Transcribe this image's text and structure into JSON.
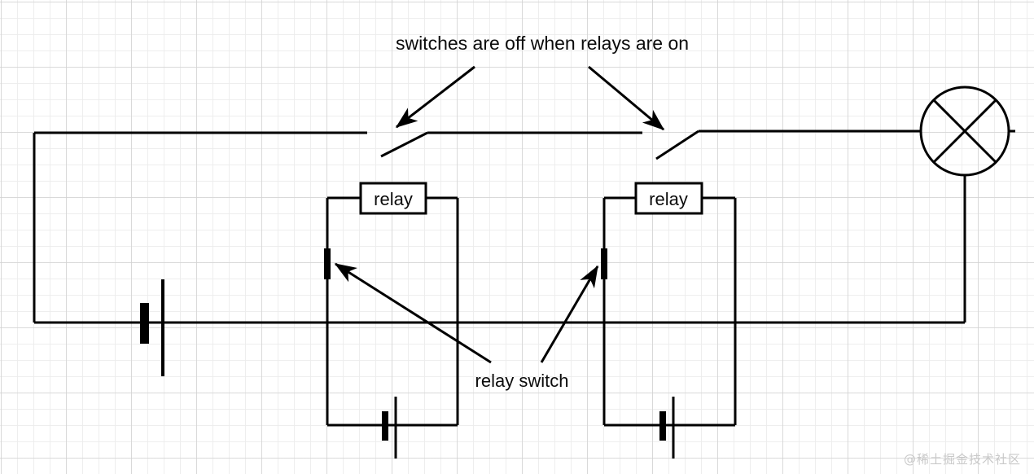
{
  "diagram": {
    "title": "switches are off when relays are on",
    "annotations": {
      "relay_switch_label": "relay switch"
    },
    "components": {
      "relay_box_left_label": "relay",
      "relay_box_right_label": "relay",
      "lamp_name": "lamp-symbol",
      "battery_main_name": "battery-symbol",
      "battery_relay_left_name": "battery-symbol",
      "battery_relay_right_name": "battery-symbol",
      "switch_left_name": "open-switch",
      "switch_right_name": "open-switch",
      "relay_contact_left_name": "relay-contact",
      "relay_contact_right_name": "relay-contact"
    },
    "colors": {
      "wire": "#000000",
      "background": "#ffffff",
      "grid_minor": "#ececec",
      "grid_major": "#d2d2d2",
      "text": "#0b0b0b",
      "watermark": "#c9c9c9"
    }
  },
  "watermark": {
    "text": "@稀土掘金技术社区"
  }
}
